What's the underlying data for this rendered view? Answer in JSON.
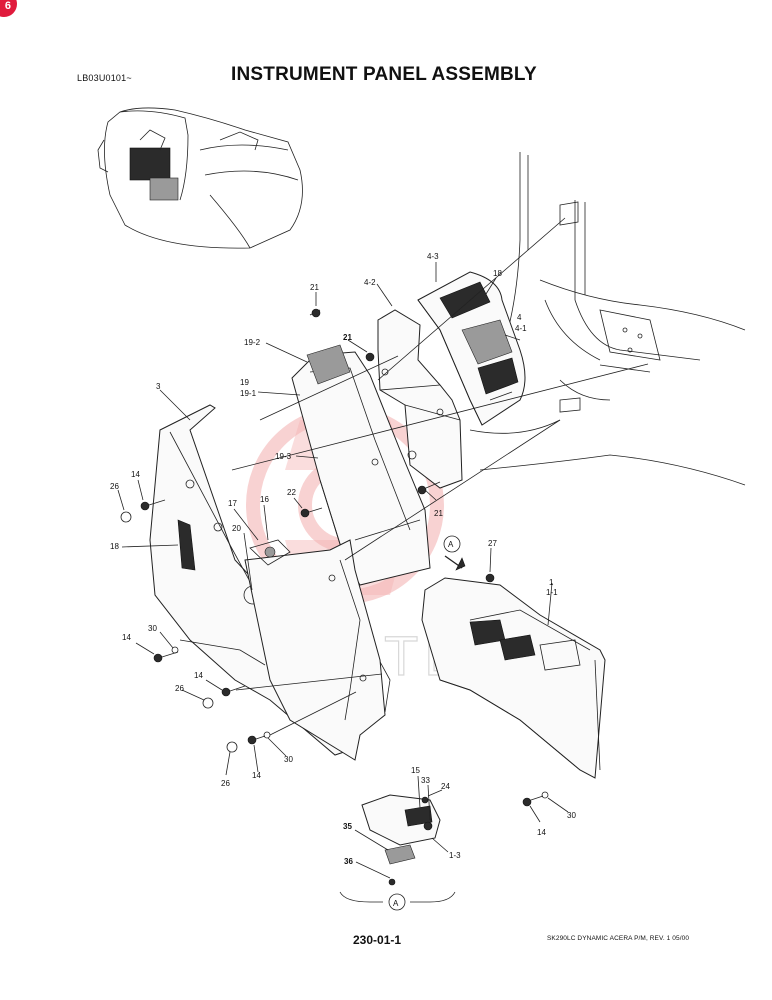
{
  "header": {
    "badge": "6",
    "doc_code": "LB03U0101~",
    "title": "INSTRUMENT PANEL ASSEMBLY"
  },
  "footer": {
    "page_number": "230-01-1",
    "revision": "SK290LC DYNAMIC ACERA P/M, REV. 1 05/00"
  },
  "watermark": {
    "text": "MNTEX"
  },
  "callouts": [
    "4-3",
    "4-2",
    "18",
    "4",
    "4-1",
    "21",
    "21",
    "19-2",
    "19",
    "19-1",
    "3",
    "19-3",
    "14",
    "26",
    "17",
    "16",
    "22",
    "21",
    "18",
    "20",
    "A",
    "27",
    "1",
    "1-1",
    "14",
    "30",
    "14",
    "26",
    "26",
    "14",
    "30",
    "15",
    "33",
    "24",
    "35",
    "1-3",
    "36",
    "14",
    "30",
    "A"
  ]
}
